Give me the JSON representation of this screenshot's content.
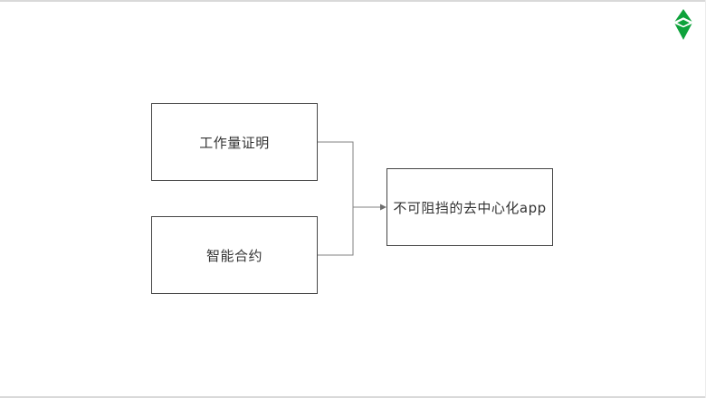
{
  "page": {
    "background_color": "#ffffff",
    "slide_edge_color": "#d9d9d9"
  },
  "logo": {
    "name": "ethereum-classic-logo",
    "color": "#0EA23B"
  },
  "diagram": {
    "nodes": [
      {
        "id": "pow",
        "label": "工作量证明"
      },
      {
        "id": "sc",
        "label": "智能合约"
      },
      {
        "id": "dapp",
        "label": "不可阻挡的去中心化app"
      }
    ],
    "edges": [
      {
        "from": "pow",
        "to": "dapp"
      },
      {
        "from": "sc",
        "to": "dapp"
      }
    ],
    "style": {
      "box_border_color": "#464646",
      "connector_color": "#808080",
      "text_color": "#333333"
    }
  }
}
